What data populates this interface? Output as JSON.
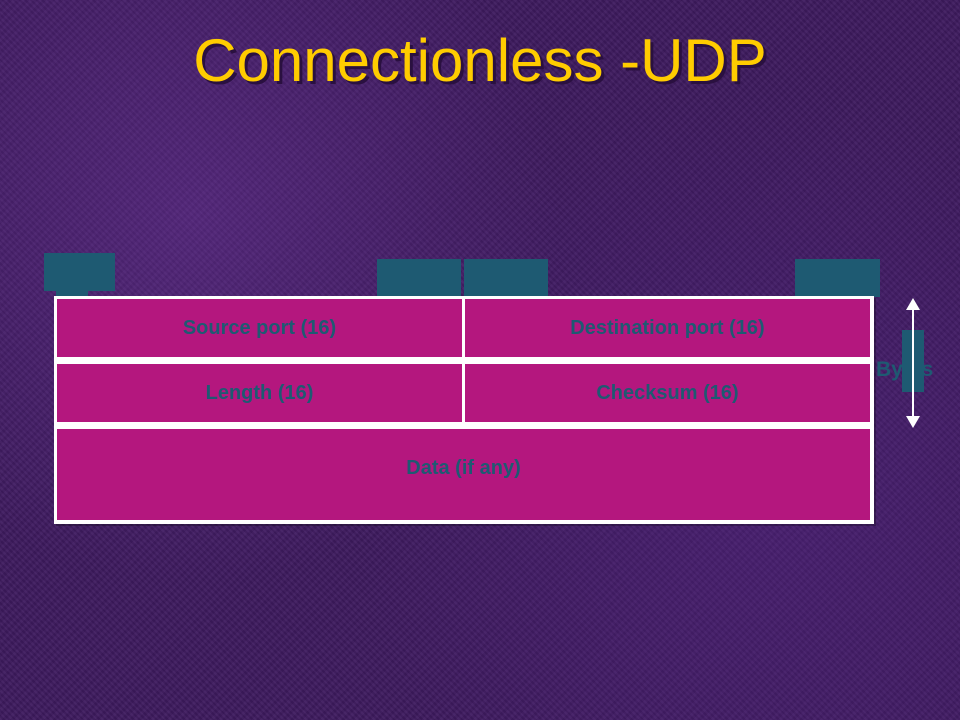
{
  "title": "Connectionless -UDP",
  "fields": {
    "source_port": "Source port (16)",
    "destination_port": "Destination port (16)",
    "length": "Length (16)",
    "checksum": "Checksum (16)",
    "data": "Data (if any)"
  },
  "side_label": "Bytes",
  "colors": {
    "title": "#ffcc00",
    "field_fill": "#b4177e",
    "field_text": "#1e5a72",
    "tag_fill": "#1e5a72",
    "background": "#3d1a5e"
  }
}
